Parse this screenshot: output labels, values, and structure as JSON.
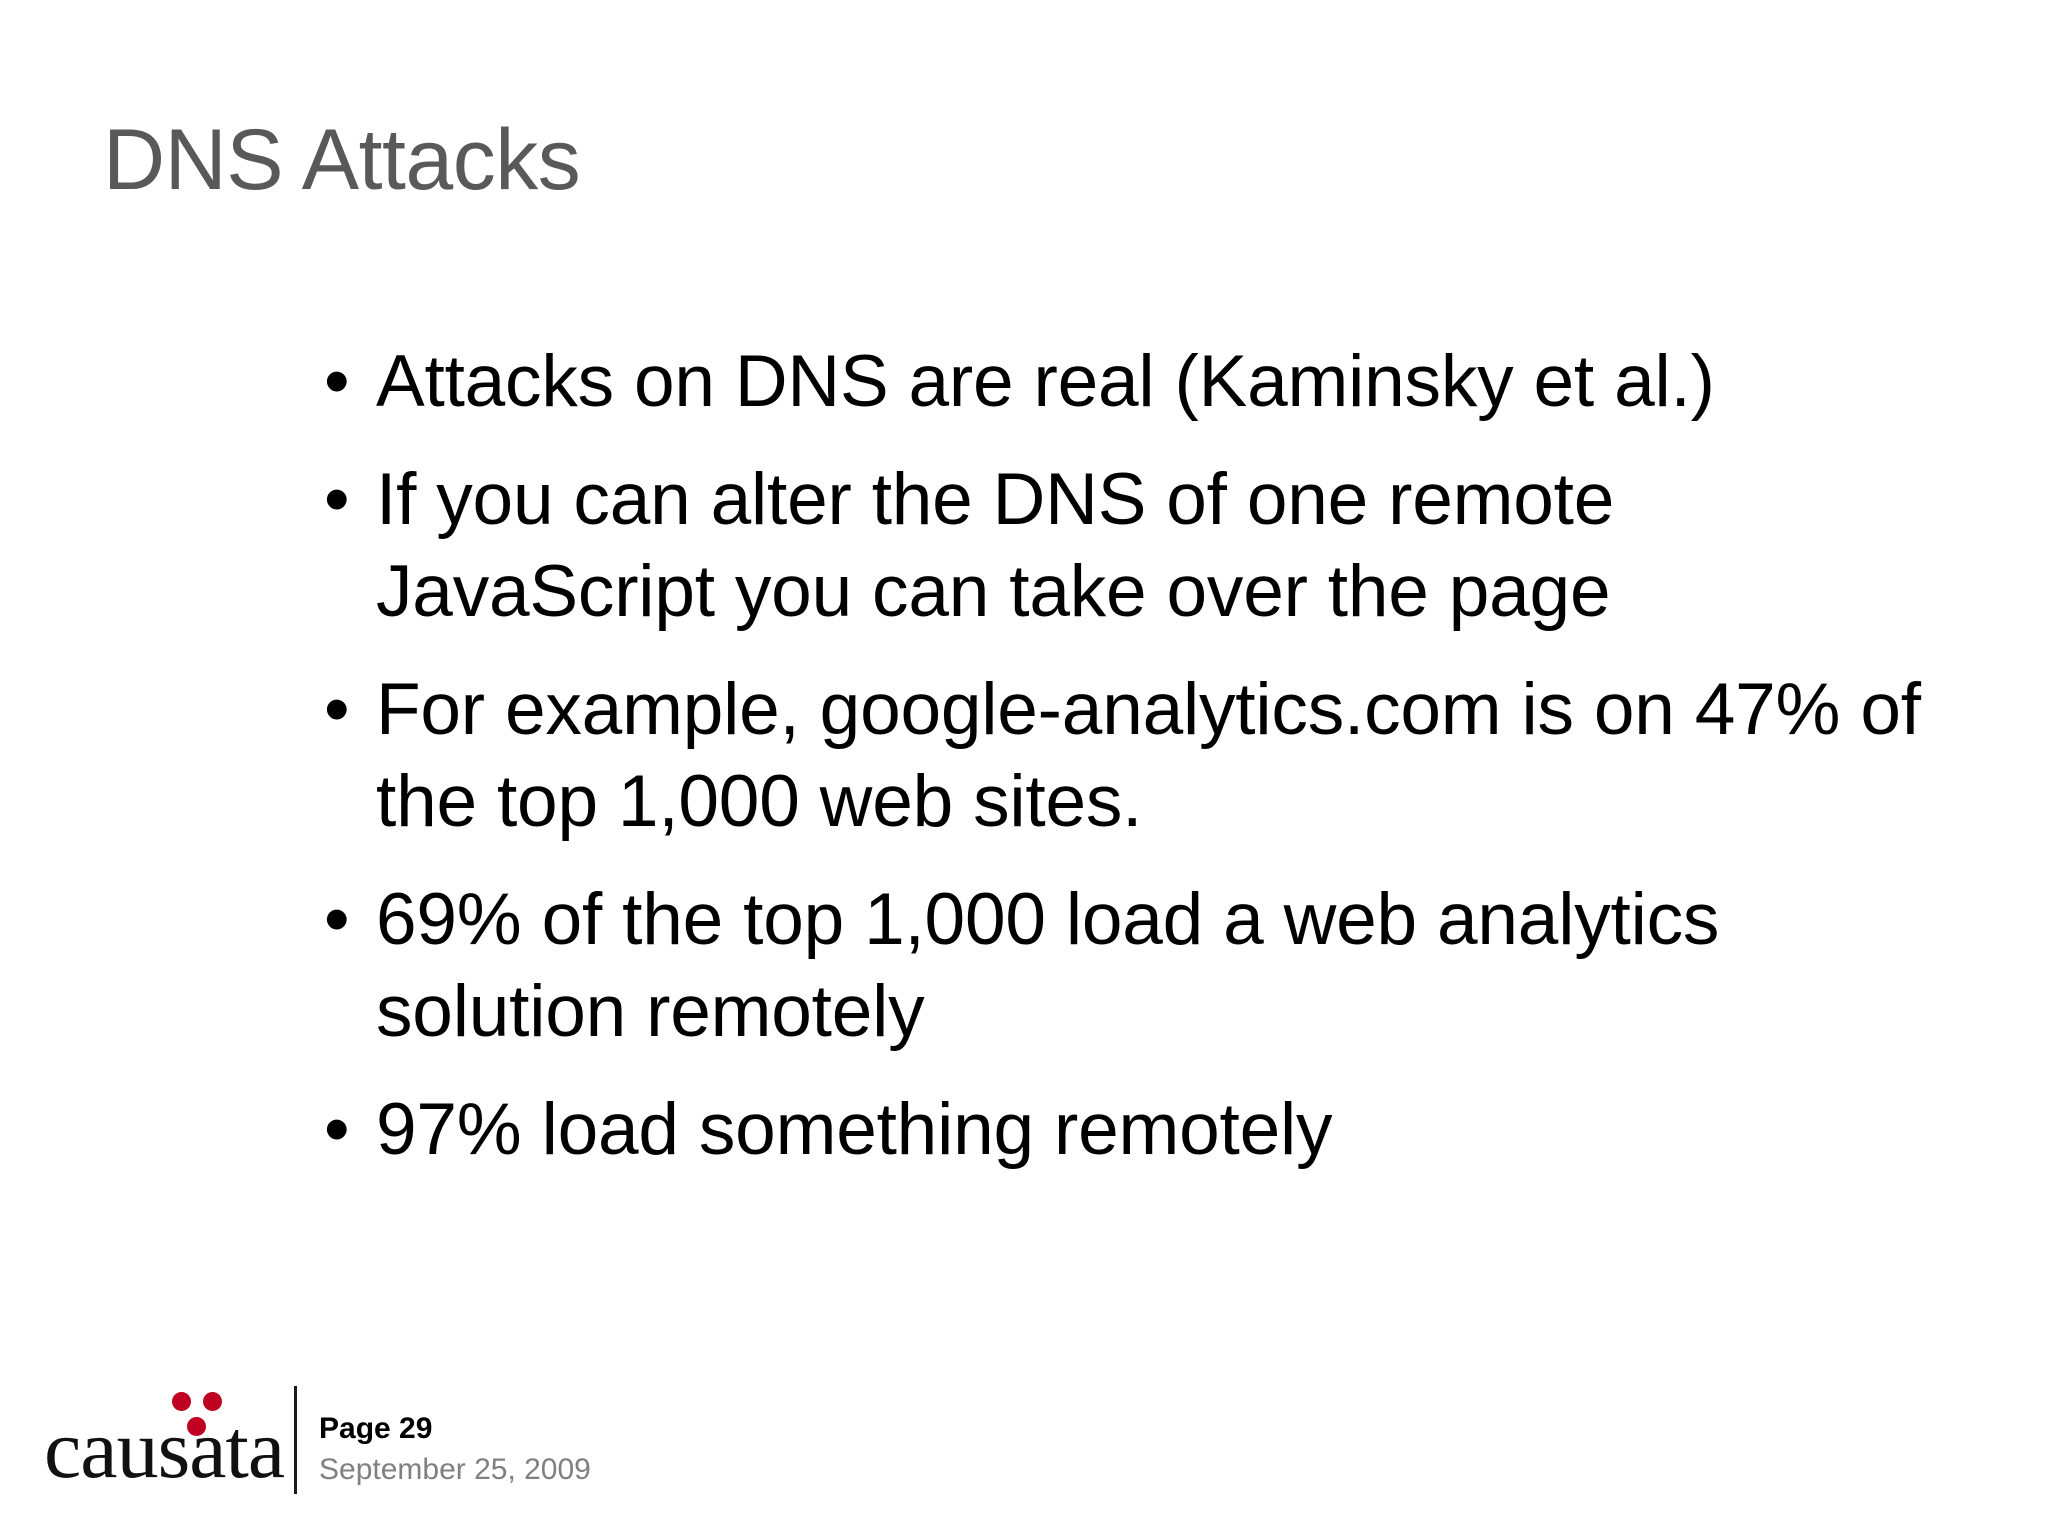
{
  "slide": {
    "title": "DNS Attacks",
    "background_color": "#ffffff",
    "title_color": "#595959",
    "body_color": "#000000",
    "bullet_glyph": "•",
    "bullets": [
      {
        "text": "Attacks on DNS are real (Kaminsky et al.)"
      },
      {
        "text": "If you can alter the DNS of one remote JavaScript you can take over the page"
      },
      {
        "text": "For example, google-analytics.com is on 47% of the top 1,000 web sites."
      },
      {
        "text": "69% of the top 1,000 load a web analytics solution remotely"
      },
      {
        "text": "97% load something remotely"
      }
    ]
  },
  "footer": {
    "logo_wordmark": "causata",
    "logo_dot_color": "#c00020",
    "page_label": "Page 29",
    "date": "September 25, 2009",
    "date_color": "#808080"
  }
}
